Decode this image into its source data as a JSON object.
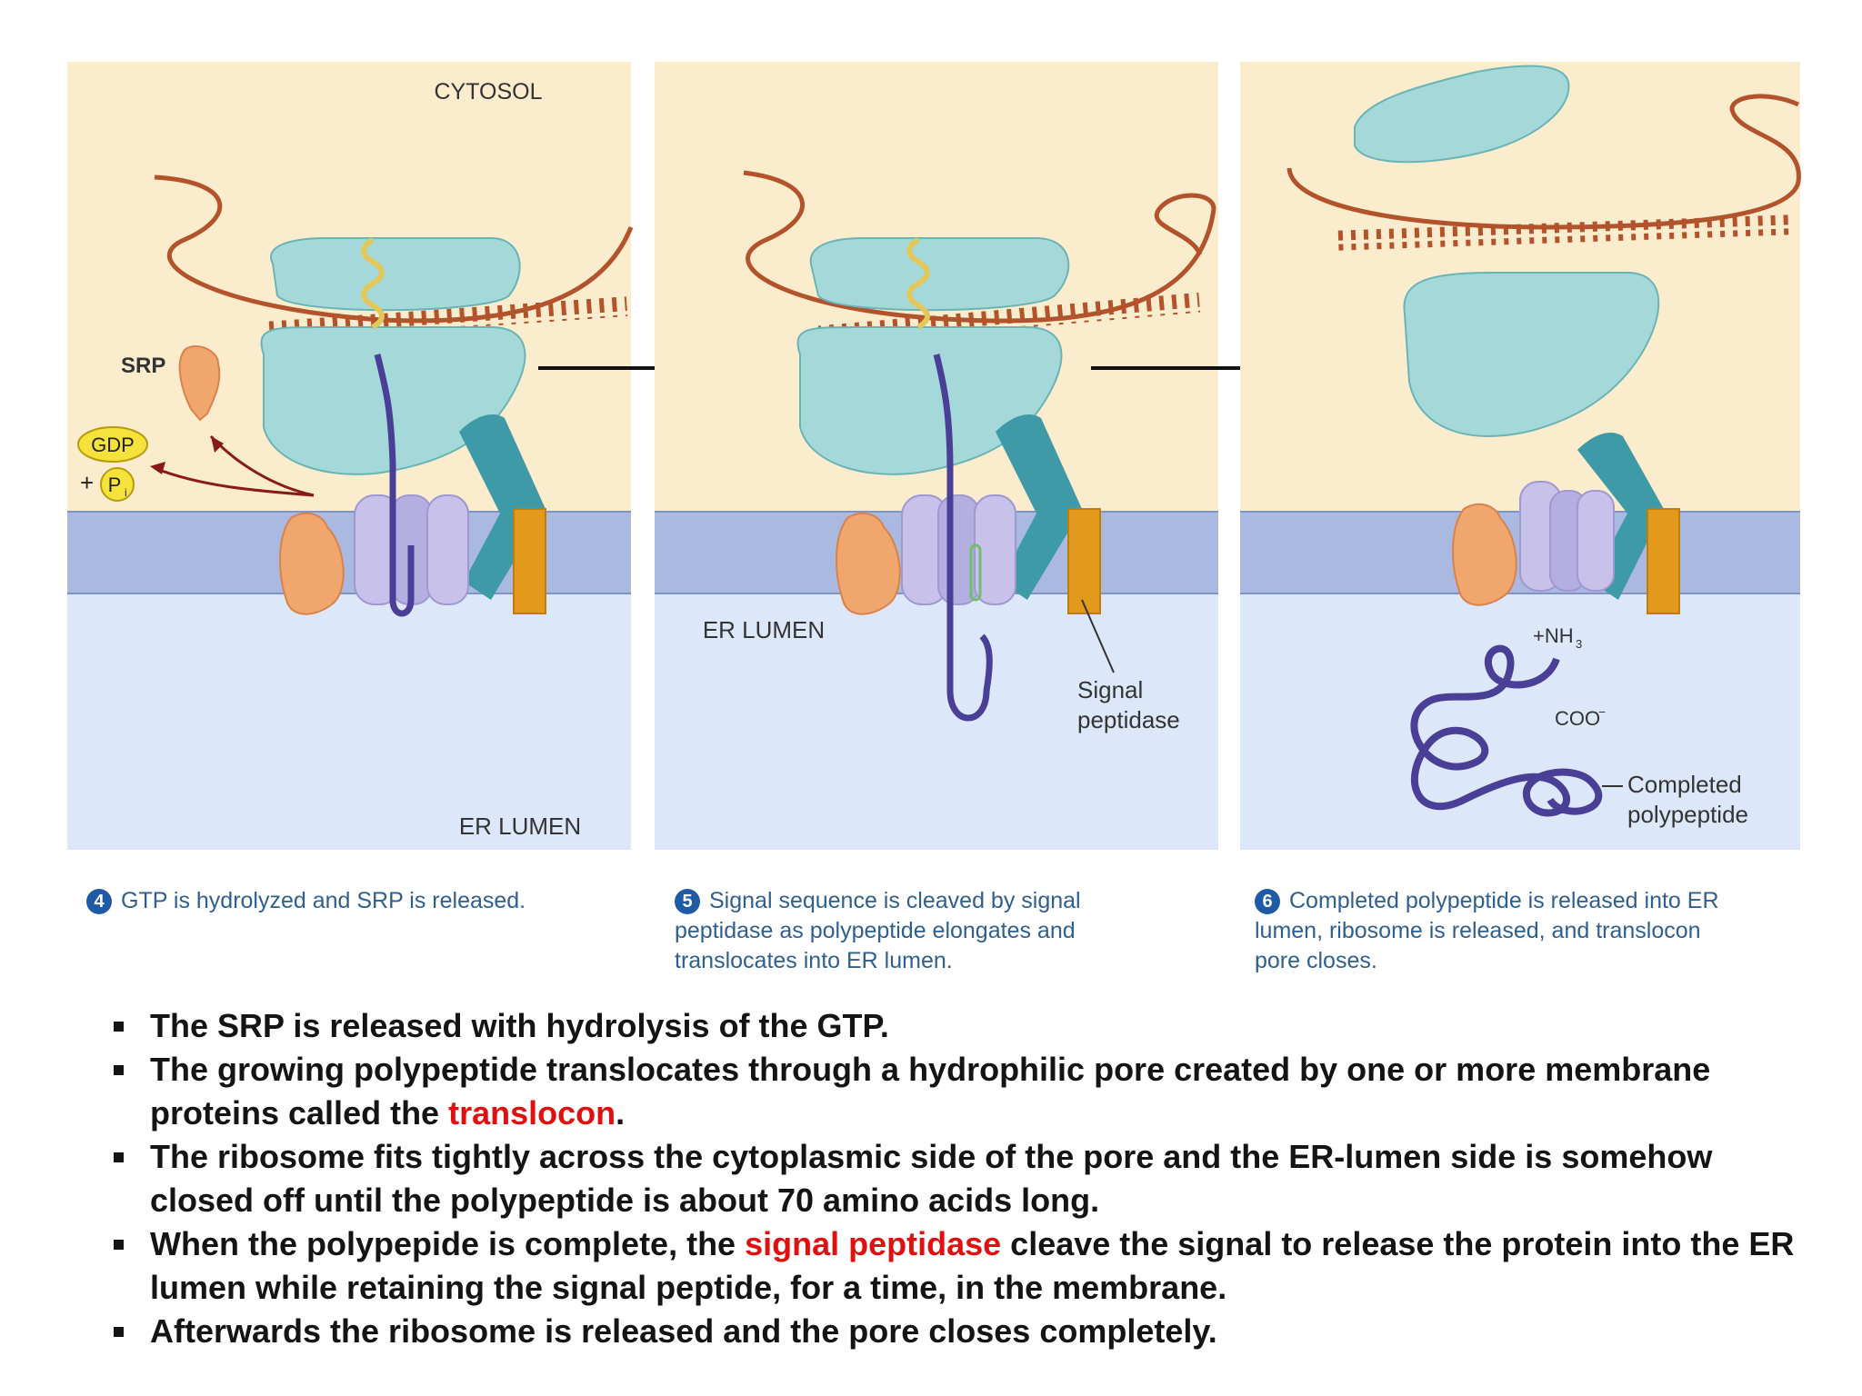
{
  "panel_labels": {
    "cytosol": "CYTOSOL",
    "er_lumen_panel4": "ER LUMEN",
    "er_lumen_panel5": "ER LUMEN",
    "srp": "SRP",
    "gdp": "GDP",
    "plus": "+",
    "pi_main": "P",
    "pi_sub": "i",
    "signal_peptidase_line1": "Signal",
    "signal_peptidase_line2": "peptidase",
    "nh3": "+NH",
    "nh3_sub": "3",
    "coo": "COO",
    "coo_sup": "−",
    "completed_line1": "Completed",
    "completed_line2": "polypeptide"
  },
  "captions": [
    {
      "num": "4",
      "text": "GTP is hydrolyzed and SRP is released."
    },
    {
      "num": "5",
      "text": "Signal sequence is cleaved by signal peptidase as polypeptide elongates and translocates into ER lumen."
    },
    {
      "num": "6",
      "text": "Completed polypeptide is released into ER lumen, ribosome is released, and translocon pore closes."
    }
  ],
  "bullets": [
    {
      "before": "The SRP is released with hydrolysis of the GTP.",
      "highlight": "",
      "after": ""
    },
    {
      "before": "The growing polypeptide translocates through a hydrophilic pore created by one or more membrane proteins called the ",
      "highlight": "translocon",
      "after": "."
    },
    {
      "before": "The ribosome fits tightly across the cytoplasmic side of the pore and the ER-lumen side is somehow closed off until the polypeptide is about 70 amino acids long.",
      "highlight": "",
      "after": ""
    },
    {
      "before": "When the polypepide is complete, the ",
      "highlight": "signal peptidase",
      "after": " cleave the signal to release the protein into the ER lumen while retaining the signal peptide, for a time, in the membrane."
    },
    {
      "before": "Afterwards the ribosome is released and the pore closes completely.",
      "highlight": "",
      "after": ""
    }
  ],
  "colors": {
    "cytosol": "#fbeccd",
    "membrane": "#a9b9e0",
    "lumen": "#dde7fa",
    "ribosome": "#a5d8d9",
    "mrna": "#b3532c",
    "polypeptide": "#4a3f96",
    "srp_receptor": "#f1a66d",
    "translocon": "#c8c2ea",
    "teal_protein": "#3d9aa6",
    "peptidase": "#e39a1c",
    "highlight": "#e01010"
  }
}
